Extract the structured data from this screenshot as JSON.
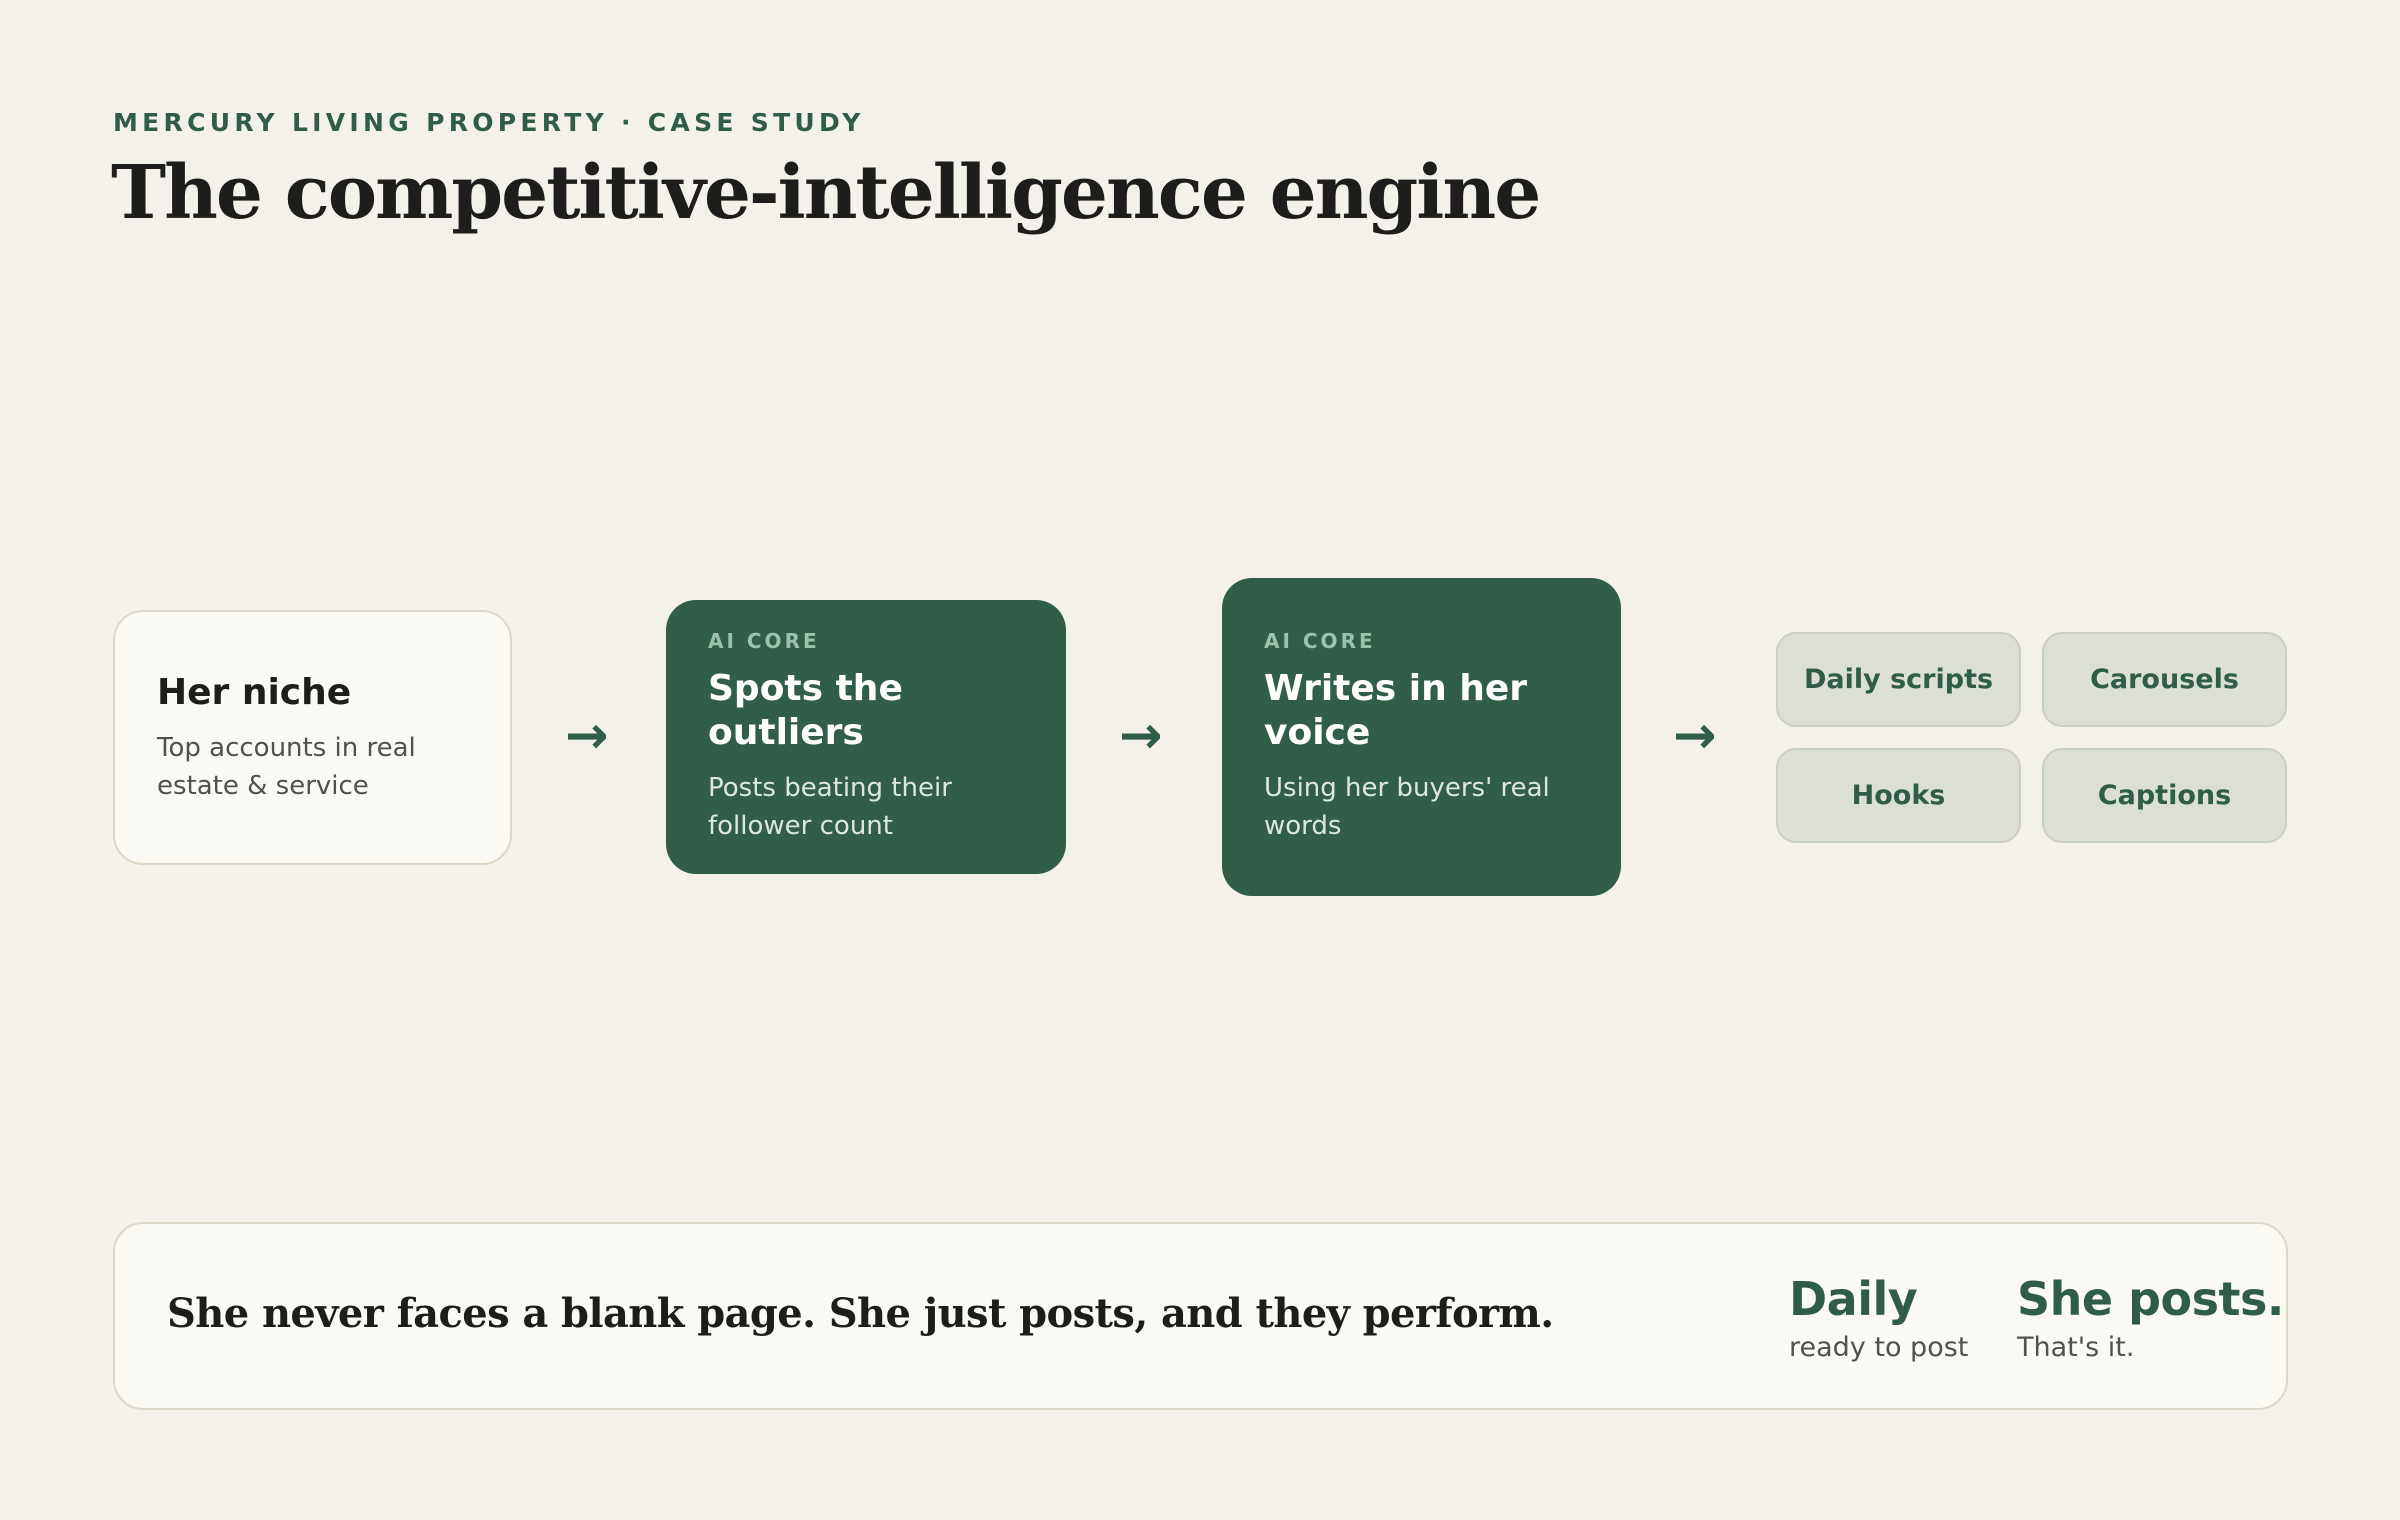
{
  "header": {
    "eyebrow": "MERCURY LIVING PROPERTY · CASE STUDY",
    "title": "The competitive-intelligence engine"
  },
  "flow": {
    "step1": {
      "heading": "Her niche",
      "detail": "Top accounts in real estate & service"
    },
    "step2": {
      "tag": "AI CORE",
      "heading": "Spots the outliers",
      "detail": "Posts beating their follower count"
    },
    "step3": {
      "tag": "AI CORE",
      "heading": "Writes in her voice",
      "detail": "Using her buyers' real words"
    },
    "arrow_glyph": "→",
    "outputs": [
      "Daily scripts",
      "Carousels",
      "Hooks",
      "Captions"
    ]
  },
  "summary": {
    "text": "She never faces a blank page. She just posts, and they perform.",
    "stats": [
      {
        "value": "Daily",
        "label": "ready to post"
      },
      {
        "value": "She posts.",
        "label": "That's it."
      }
    ]
  },
  "colors": {
    "background": "#f4f1ea",
    "accent_green": "#305e49",
    "chip": "#dcdfd4"
  }
}
